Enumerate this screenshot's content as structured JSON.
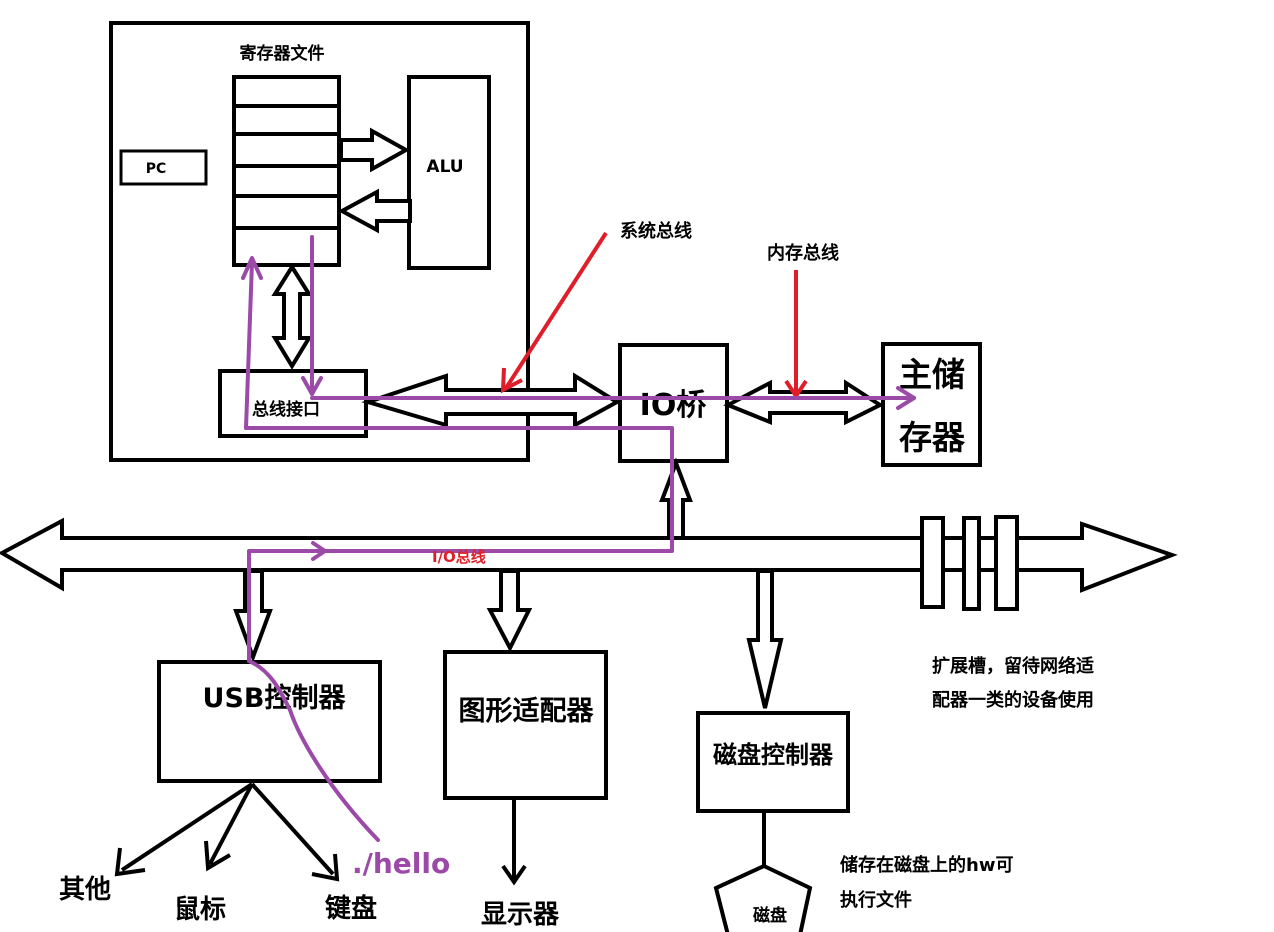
{
  "cpu": {
    "register_file_label": "寄存器文件",
    "pc_label": "PC",
    "alu_label": "ALU",
    "bus_interface_label": "总线接口"
  },
  "annotations": {
    "system_bus": "系统总线",
    "memory_bus": "内存总线",
    "io_bus": "I/O总线",
    "expansion_slots_line1": "扩展槽，留待网络适",
    "expansion_slots_line2": "配器一类的设备使用",
    "hello_on_disk_line1": "储存在磁盘上的hw可",
    "hello_on_disk_line2": "执行文件",
    "hello_command": "./hello"
  },
  "components": {
    "io_bridge": "IO桥",
    "main_memory_line1": "主储",
    "main_memory_line2": "存器",
    "usb_controller": "USB控制器",
    "graphics_adapter": "图形适配器",
    "disk_controller": "磁盘控制器",
    "disk": "磁盘"
  },
  "devices": {
    "other": "其他",
    "mouse": "鼠标",
    "keyboard": "键盘",
    "display": "显示器"
  },
  "colors": {
    "outline": "#000000",
    "bus_pointer": "#e01e2a",
    "data_path": "#9b4aa8"
  }
}
